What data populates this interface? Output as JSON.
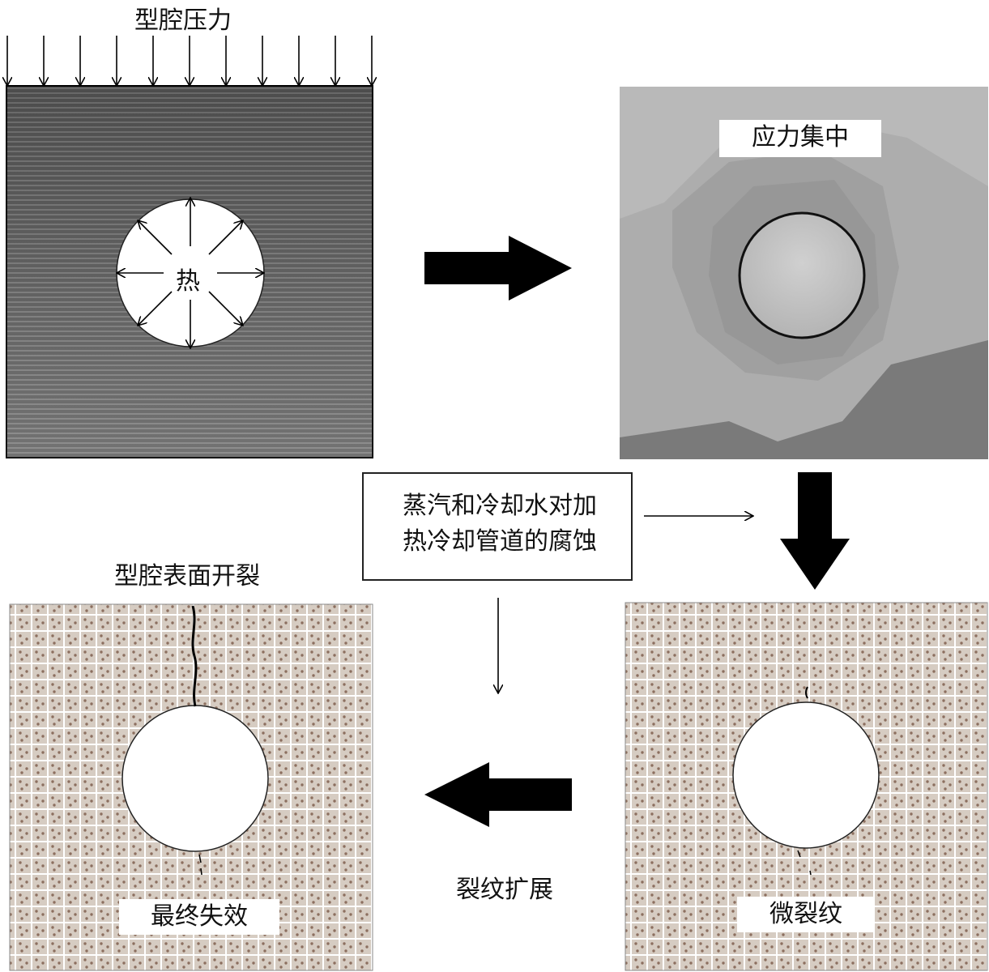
{
  "labels": {
    "cavity_pressure": "型腔压力",
    "heat": "热",
    "stress_concentration": "应力集中",
    "corrosion_line1": "蒸汽和冷却水对加",
    "corrosion_line2": "热冷却管道的腐蚀",
    "surface_cracking": "型腔表面开裂",
    "crack_propagation": "裂纹扩展",
    "micro_crack": "微裂纹",
    "final_failure": "最终失效"
  },
  "colors": {
    "stripe_dark": "#505050",
    "stripe_light": "#8a8a8a",
    "stress_field": "#a8a8a8",
    "fabric_base": "#d8cfc6",
    "fabric_dot": "#9a7f6e",
    "arrow": "#000000"
  }
}
